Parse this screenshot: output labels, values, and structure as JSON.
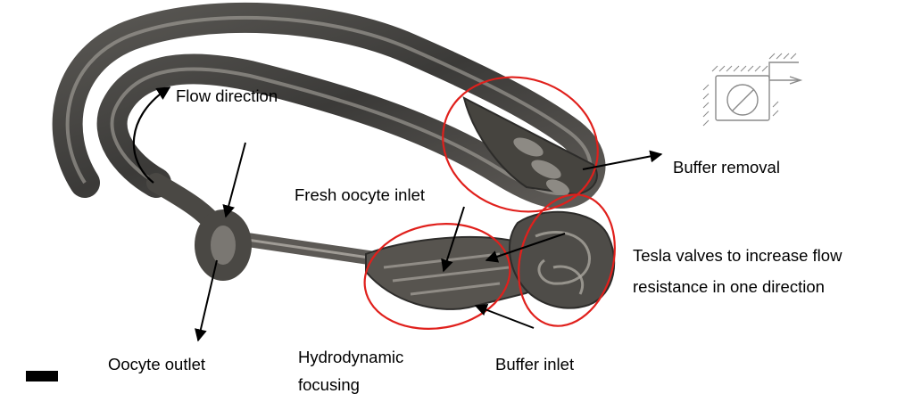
{
  "labels": {
    "flow_direction": "Flow direction",
    "buffer_removal": "Buffer removal",
    "fresh_oocyte_inlet": "Fresh oocyte inlet",
    "tesla_valves_line1": "Tesla valves to increase flow",
    "tesla_valves_line2": "resistance in one direction",
    "oocyte_outlet": "Oocyte outlet",
    "hydrodynamic_line1": "Hydrodynamic",
    "hydrodynamic_line2": "focusing",
    "buffer_inlet": "Buffer inlet"
  },
  "colors": {
    "device_dark": "#3b3a38",
    "device_mid": "#7a7772",
    "device_light": "#b9b5ae",
    "highlight_circle": "#e0201c",
    "arrow": "#000000",
    "sketch": "#8a8a8a"
  }
}
